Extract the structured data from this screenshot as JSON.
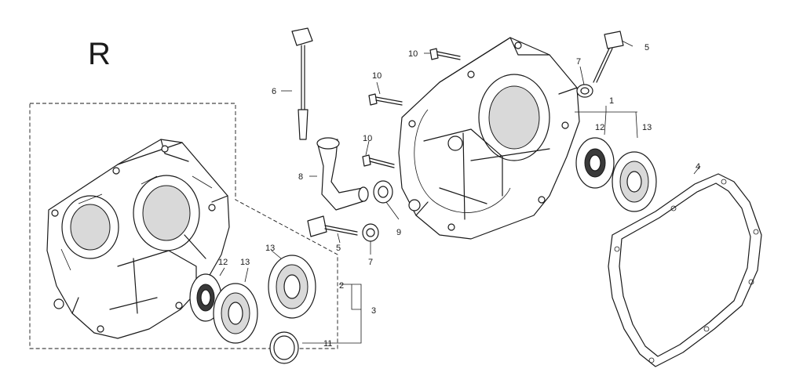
{
  "view_label": "R",
  "callouts": {
    "c1": "1",
    "c2": "2",
    "c3": "3",
    "c4": "4",
    "c5a": "5",
    "c5b": "5",
    "c6": "6",
    "c7a": "7",
    "c7b": "7",
    "c8": "8",
    "c9": "9",
    "c10a": "10",
    "c10b": "10",
    "c10c": "10",
    "c11": "11",
    "c12a": "12",
    "c12b": "12",
    "c13a": "13",
    "c13b": "13",
    "c13c": "13"
  }
}
